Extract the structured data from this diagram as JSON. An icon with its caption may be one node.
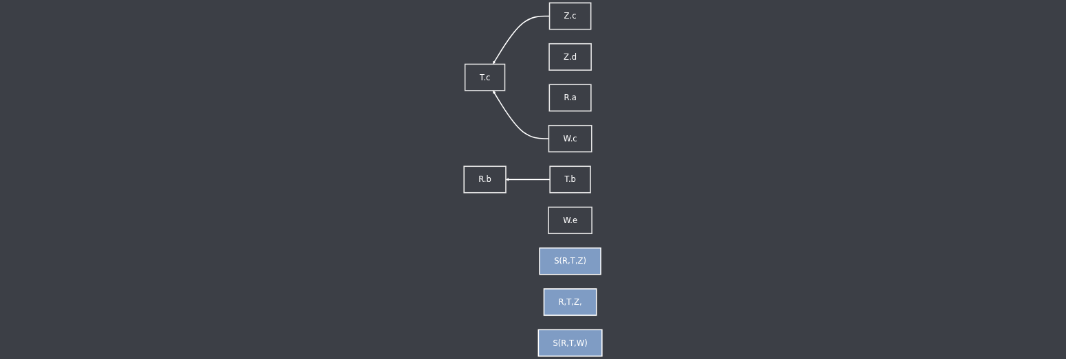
{
  "diagram": {
    "nodes": [
      {
        "text": [
          "Z.c"
        ]
      },
      {
        "text": [
          "Z.d"
        ]
      },
      {
        "text": [
          "R.a"
        ]
      },
      {
        "text": [
          "R.b"
        ]
      },
      {
        "text": [
          "T.b"
        ]
      },
      {
        "text": [
          "T.c"
        ]
      },
      {
        "text": [
          "W.c"
        ]
      },
      {
        "text": [
          "W.e"
        ]
      },
      {
        "text": [
          "S(R,T,Z)"
        ]
      },
      {
        "text": [
          "R,T,Z,"
        ]
      },
      {
        "text": [
          "S(R,T,W)"
        ]
      }
    ],
    "edges": [
      {
        "from": 4,
        "to": 3,
        "arrow": "to"
      },
      {
        "from": 0,
        "to": 5,
        "arrow": "to"
      },
      {
        "from": 6,
        "to": 5,
        "arrow": "to"
      }
    ]
  }
}
